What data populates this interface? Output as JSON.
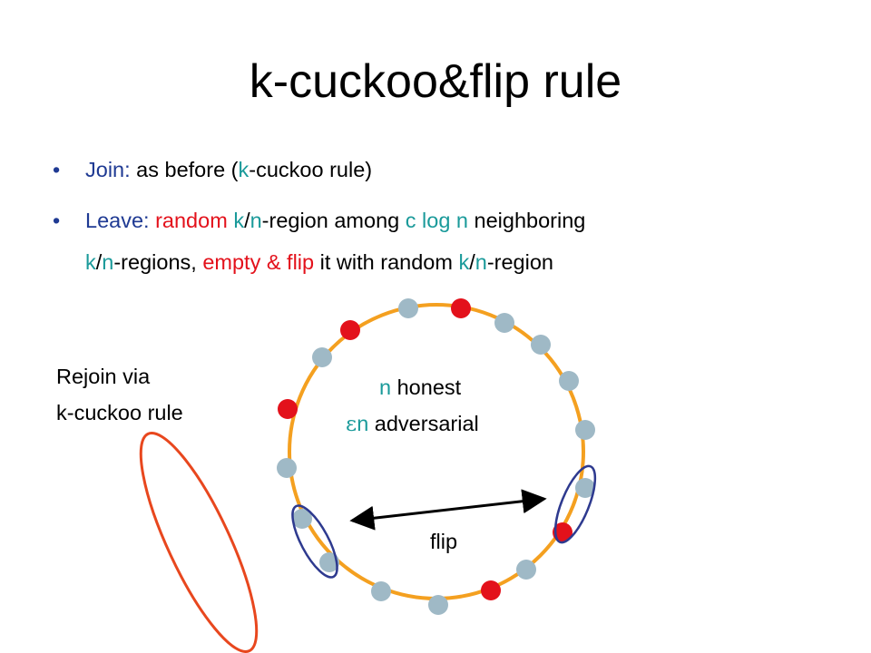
{
  "title": "k-cuckoo&flip rule",
  "bullets": {
    "marker": "•",
    "join": {
      "keyword": "Join:",
      "t1": " as before (",
      "k": "k",
      "t2": "-cuckoo rule)"
    },
    "leave": {
      "keyword": "Leave:",
      "random": "random",
      "k1": "k",
      "slash1": "/",
      "n1": "n",
      "t1": "-region among ",
      "clogn": "c log n",
      "t2": " neighboring",
      "k2": "k",
      "slash2": "/",
      "n2": "n",
      "t3": "-regions, ",
      "emptyflip": "empty & flip",
      "t4": " it with random ",
      "k3": "k",
      "slash3": "/",
      "n3": "n",
      "t5": "-region"
    }
  },
  "diagram": {
    "honest_n": "n",
    "honest_text": " honest",
    "eps": "ε",
    "adv_n": "n",
    "adv_text": " adversarial",
    "flip": "flip",
    "rejoin_line1": "Rejoin via",
    "rejoin_line2": "k-cuckoo rule",
    "colors": {
      "ring": "#f4a020",
      "honest_node": "#9fb9c6",
      "adversarial_node": "#e3111b",
      "group_ellipse": "#2e3a8f",
      "rejoin_ellipse": "#e8471e",
      "navy_text": "#1f3a93",
      "teal_text": "#1a9a9a",
      "red_text": "#e3111b"
    }
  }
}
